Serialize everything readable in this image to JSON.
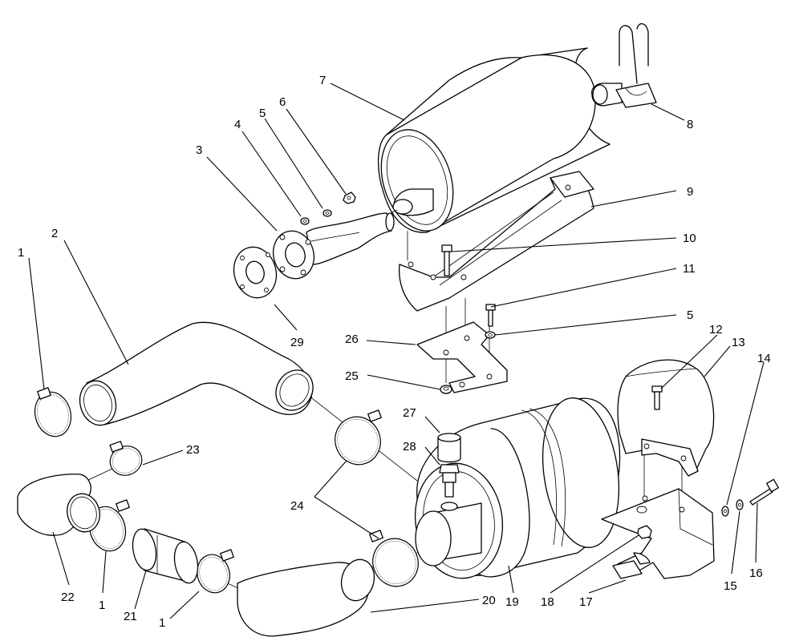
{
  "callouts": [
    {
      "id": "c1a",
      "text": "1"
    },
    {
      "id": "c2",
      "text": "2"
    },
    {
      "id": "c3",
      "text": "3"
    },
    {
      "id": "c4",
      "text": "4"
    },
    {
      "id": "c5a",
      "text": "5"
    },
    {
      "id": "c6",
      "text": "6"
    },
    {
      "id": "c7",
      "text": "7"
    },
    {
      "id": "c8",
      "text": "8"
    },
    {
      "id": "c9",
      "text": "9"
    },
    {
      "id": "c10",
      "text": "10"
    },
    {
      "id": "c11",
      "text": "11"
    },
    {
      "id": "c5b",
      "text": "5"
    },
    {
      "id": "c12",
      "text": "12"
    },
    {
      "id": "c13",
      "text": "13"
    },
    {
      "id": "c14",
      "text": "14"
    },
    {
      "id": "c26",
      "text": "26"
    },
    {
      "id": "c29",
      "text": "29"
    },
    {
      "id": "c25",
      "text": "25"
    },
    {
      "id": "c27",
      "text": "27"
    },
    {
      "id": "c28",
      "text": "28"
    },
    {
      "id": "c23",
      "text": "23"
    },
    {
      "id": "c24",
      "text": "24"
    },
    {
      "id": "c22",
      "text": "22"
    },
    {
      "id": "c1b",
      "text": "1"
    },
    {
      "id": "c21",
      "text": "21"
    },
    {
      "id": "c1c",
      "text": "1"
    },
    {
      "id": "c20",
      "text": "20"
    },
    {
      "id": "c19",
      "text": "19"
    },
    {
      "id": "c18",
      "text": "18"
    },
    {
      "id": "c17",
      "text": "17"
    },
    {
      "id": "c15",
      "text": "15"
    },
    {
      "id": "c16",
      "text": "16"
    }
  ]
}
